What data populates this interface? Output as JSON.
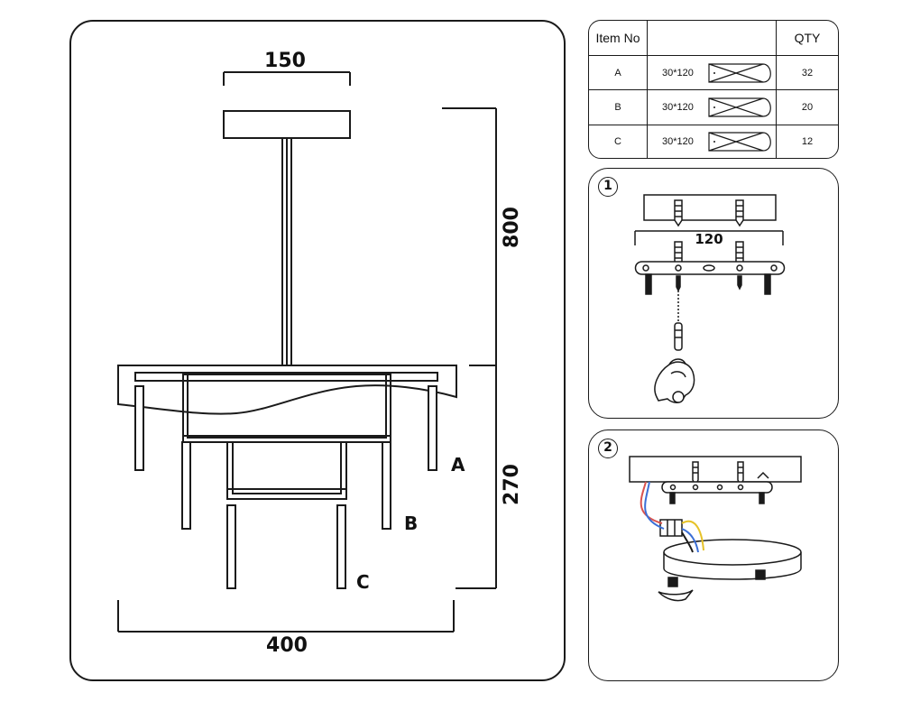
{
  "dimensions": {
    "canopy_width": "150",
    "rod_height": "800",
    "body_height": "270",
    "total_width": "400"
  },
  "parts": {
    "a": "A",
    "b": "B",
    "c": "C"
  },
  "table": {
    "headers": [
      "Item No",
      "",
      "QTY"
    ],
    "rows": [
      {
        "item": "A",
        "spec": "30*120",
        "qty": "32"
      },
      {
        "item": "B",
        "spec": "30*120",
        "qty": "20"
      },
      {
        "item": "C",
        "spec": "30*120",
        "qty": "12"
      }
    ]
  },
  "steps": {
    "step1": {
      "number": "1",
      "dimension": "120"
    },
    "step2": {
      "number": "2"
    }
  },
  "colors": {
    "line": "#1a1a1a",
    "wire_red": "#d9534f",
    "wire_blue": "#3b6fd6",
    "wire_yellow": "#e6c229"
  }
}
